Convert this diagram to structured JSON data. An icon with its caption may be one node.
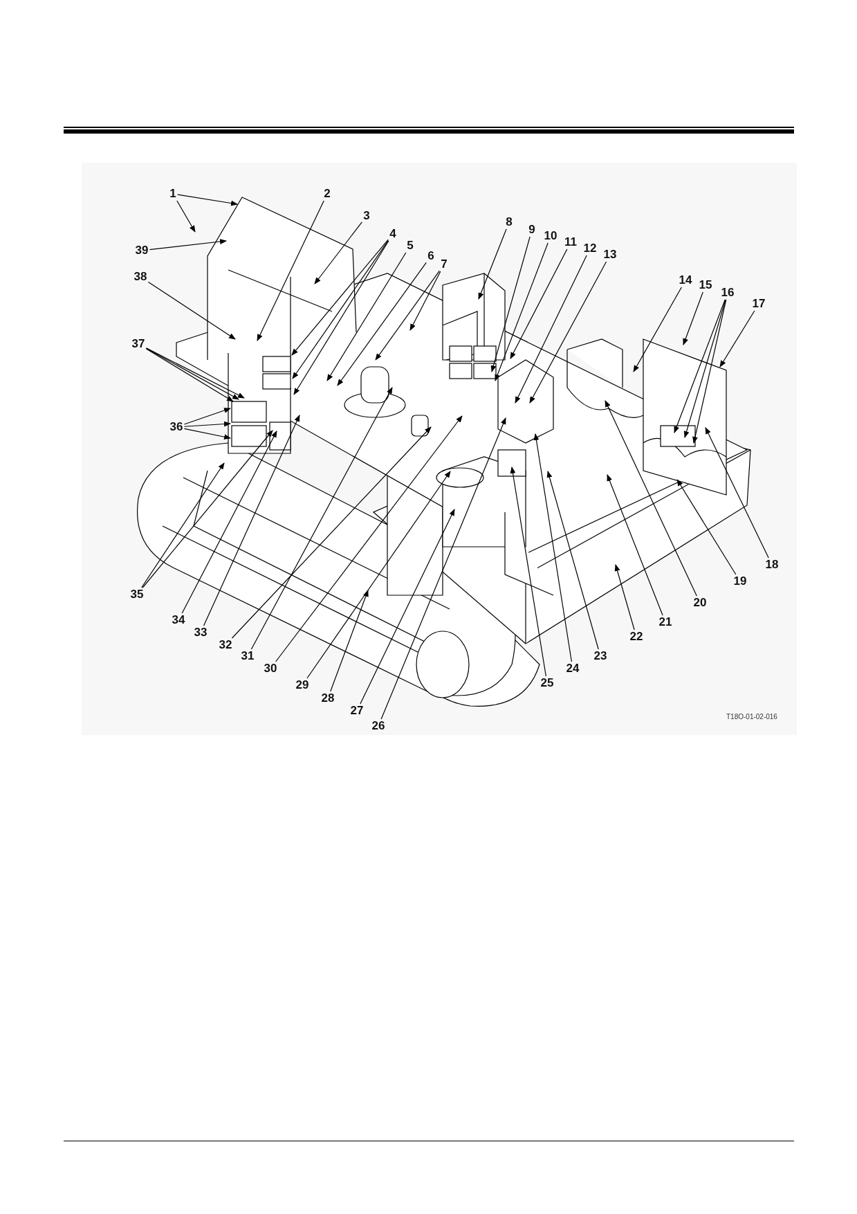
{
  "diagram": {
    "nodes": [
      {
        "text": [
          "1"
        ]
      },
      {
        "text": [
          "2"
        ]
      },
      {
        "text": [
          "3"
        ]
      },
      {
        "text": [
          "4"
        ]
      },
      {
        "text": [
          "5"
        ]
      },
      {
        "text": [
          "6"
        ]
      },
      {
        "text": [
          "7"
        ]
      },
      {
        "text": [
          "8"
        ]
      },
      {
        "text": [
          "9"
        ]
      },
      {
        "text": [
          "10"
        ]
      },
      {
        "text": [
          "11"
        ]
      },
      {
        "text": [
          "12"
        ]
      },
      {
        "text": [
          "13"
        ]
      },
      {
        "text": [
          "14"
        ]
      },
      {
        "text": [
          "15"
        ]
      },
      {
        "text": [
          "16"
        ]
      },
      {
        "text": [
          "17"
        ]
      },
      {
        "text": [
          "18"
        ]
      },
      {
        "text": [
          "19"
        ]
      },
      {
        "text": [
          "20"
        ]
      },
      {
        "text": [
          "21"
        ]
      },
      {
        "text": [
          "22"
        ]
      },
      {
        "text": [
          "23"
        ]
      },
      {
        "text": [
          "24"
        ]
      },
      {
        "text": [
          "25"
        ]
      },
      {
        "text": [
          "26"
        ]
      },
      {
        "text": [
          "27"
        ]
      },
      {
        "text": [
          "28"
        ]
      },
      {
        "text": [
          "29"
        ]
      },
      {
        "text": [
          "30"
        ]
      },
      {
        "text": [
          "31"
        ]
      },
      {
        "text": [
          "32"
        ]
      },
      {
        "text": [
          "33"
        ]
      },
      {
        "text": [
          "34"
        ]
      },
      {
        "text": [
          "35"
        ]
      },
      {
        "text": [
          "36"
        ]
      },
      {
        "text": [
          "37"
        ]
      },
      {
        "text": [
          "38"
        ]
      },
      {
        "text": [
          "39"
        ]
      }
    ],
    "edges": [
      {
        "from": 0,
        "to": null,
        "arrow": "to"
      },
      {
        "from": 0,
        "to": null,
        "arrow": "to"
      },
      {
        "from": 1,
        "to": null,
        "arrow": "to"
      },
      {
        "from": 2,
        "to": null,
        "arrow": "to"
      },
      {
        "from": 3,
        "to": null,
        "arrow": "to"
      },
      {
        "from": 3,
        "to": null,
        "arrow": "to"
      },
      {
        "from": 3,
        "to": null,
        "arrow": "to"
      },
      {
        "from": 4,
        "to": null,
        "arrow": "to"
      },
      {
        "from": 5,
        "to": null,
        "arrow": "to"
      },
      {
        "from": 6,
        "to": null,
        "arrow": "to"
      },
      {
        "from": 6,
        "to": null,
        "arrow": "to"
      },
      {
        "from": 7,
        "to": null,
        "arrow": "to"
      },
      {
        "from": 8,
        "to": null,
        "arrow": "to"
      },
      {
        "from": 9,
        "to": null,
        "arrow": "to"
      },
      {
        "from": 10,
        "to": null,
        "arrow": "to"
      },
      {
        "from": 11,
        "to": null,
        "arrow": "to"
      },
      {
        "from": 12,
        "to": null,
        "arrow": "to"
      },
      {
        "from": 13,
        "to": null,
        "arrow": "to"
      },
      {
        "from": 14,
        "to": null,
        "arrow": "to"
      },
      {
        "from": 15,
        "to": null,
        "arrow": "to"
      },
      {
        "from": 15,
        "to": null,
        "arrow": "to"
      },
      {
        "from": 15,
        "to": null,
        "arrow": "to"
      },
      {
        "from": 16,
        "to": null,
        "arrow": "to"
      },
      {
        "from": 17,
        "to": null,
        "arrow": "to"
      },
      {
        "from": 18,
        "to": null,
        "arrow": "to"
      },
      {
        "from": 19,
        "to": null,
        "arrow": "to"
      },
      {
        "from": 20,
        "to": null,
        "arrow": "to"
      },
      {
        "from": 21,
        "to": null,
        "arrow": "to"
      },
      {
        "from": 22,
        "to": null,
        "arrow": "to"
      },
      {
        "from": 23,
        "to": null,
        "arrow": "to"
      },
      {
        "from": 24,
        "to": null,
        "arrow": "to"
      },
      {
        "from": 25,
        "to": null,
        "arrow": "to"
      },
      {
        "from": 26,
        "to": null,
        "arrow": "to"
      },
      {
        "from": 27,
        "to": null,
        "arrow": "to"
      },
      {
        "from": 28,
        "to": null,
        "arrow": "to"
      },
      {
        "from": 29,
        "to": null,
        "arrow": "to"
      },
      {
        "from": 30,
        "to": null,
        "arrow": "to"
      },
      {
        "from": 31,
        "to": null,
        "arrow": "to"
      },
      {
        "from": 32,
        "to": null,
        "arrow": "to"
      },
      {
        "from": 33,
        "to": null,
        "arrow": "to"
      },
      {
        "from": 34,
        "to": null,
        "arrow": "to"
      },
      {
        "from": 34,
        "to": null,
        "arrow": "to"
      },
      {
        "from": 35,
        "to": null,
        "arrow": "to"
      },
      {
        "from": 35,
        "to": null,
        "arrow": "to"
      },
      {
        "from": 35,
        "to": null,
        "arrow": "to"
      },
      {
        "from": 36,
        "to": null,
        "arrow": "to"
      },
      {
        "from": 36,
        "to": null,
        "arrow": "to"
      },
      {
        "from": 36,
        "to": null,
        "arrow": "to"
      },
      {
        "from": 37,
        "to": null,
        "arrow": "to"
      },
      {
        "from": 38,
        "to": null,
        "arrow": "to"
      }
    ],
    "labels": [
      "T18O-01-02-016"
    ]
  }
}
